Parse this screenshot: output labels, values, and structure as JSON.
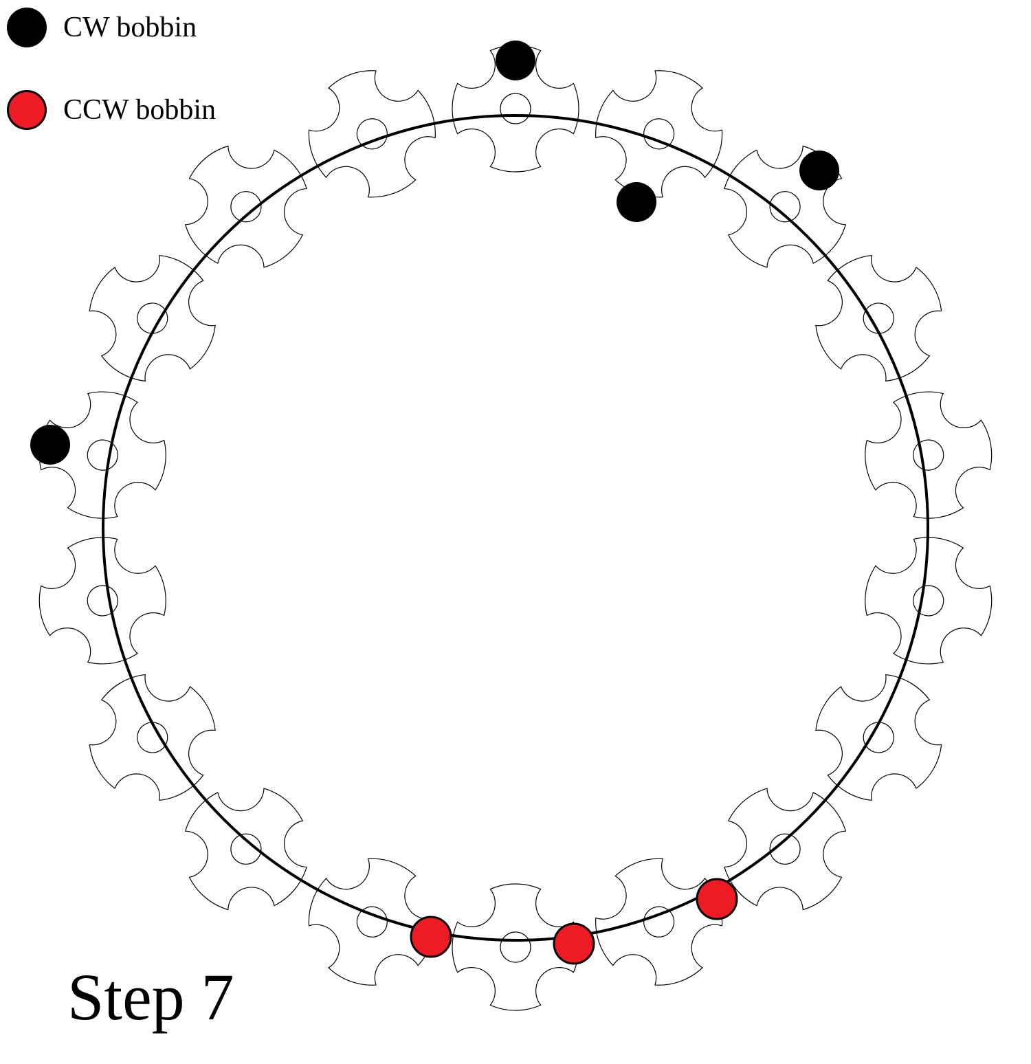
{
  "legend": {
    "cw": {
      "label": "CW bobbin",
      "color": "#000000"
    },
    "ccw": {
      "label": "CCW bobbin",
      "color": "#ed1c24"
    }
  },
  "step_label": "Step 7",
  "diagram": {
    "horn_gear_count": 18,
    "horn_gear_notches_per_gear": 4,
    "track_color": "#000000",
    "gear_outline_color": "#000000"
  },
  "bobbins": {
    "cw": {
      "count": 4,
      "color": "#000000"
    },
    "ccw": {
      "count": 3,
      "color": "#ed1c24",
      "outline": "#000000"
    }
  }
}
